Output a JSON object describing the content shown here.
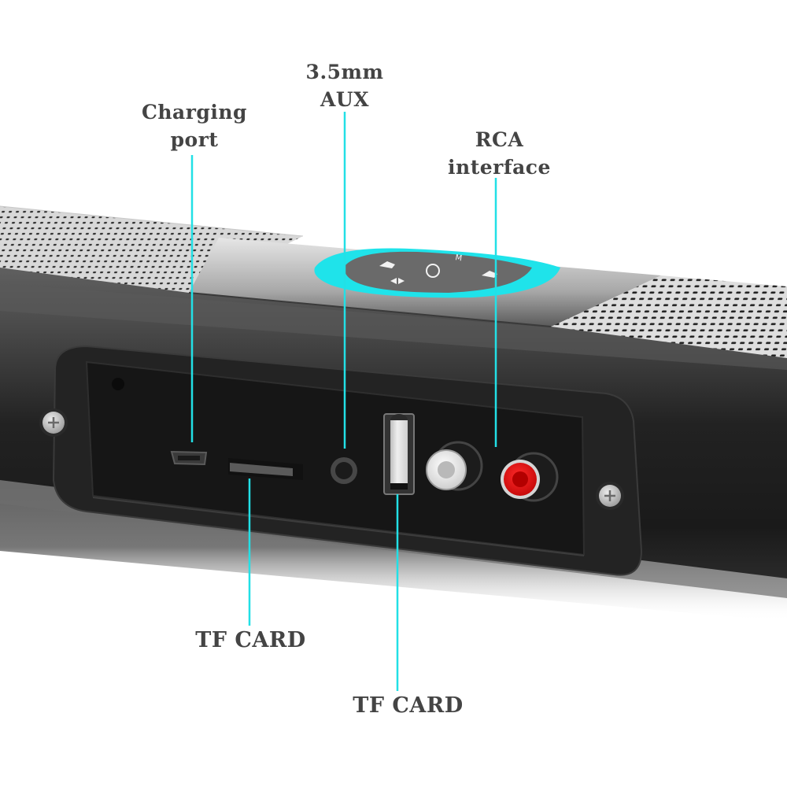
{
  "image": {
    "subject": "soundbar-rear-panel",
    "background_color": "#ffffff",
    "callout_line_color": "#22e0e6",
    "label_color": "#444444",
    "accent_ring_color": "#1fe3ea"
  },
  "callouts": {
    "charging_port": {
      "line1": "Charging",
      "line2": "port"
    },
    "aux": {
      "line1": "3.5mm",
      "line2": "AUX"
    },
    "rca": {
      "line1": "RCA",
      "line2": "interface"
    },
    "tf_card_slot": {
      "label": "TF CARD"
    },
    "usb_port": {
      "label": "TF CARD"
    }
  },
  "control_panel": {
    "buttons": [
      "volume-down",
      "previous-track",
      "power",
      "mode",
      "volume-up"
    ],
    "mode_glyph": "M"
  },
  "ports": [
    "micro-usb",
    "tf-card-slot",
    "3.5mm-aux-jack",
    "usb-a",
    "rca-white",
    "rca-red"
  ],
  "rca_colors": {
    "left": "#f2f2f2",
    "right": "#e8151a"
  }
}
